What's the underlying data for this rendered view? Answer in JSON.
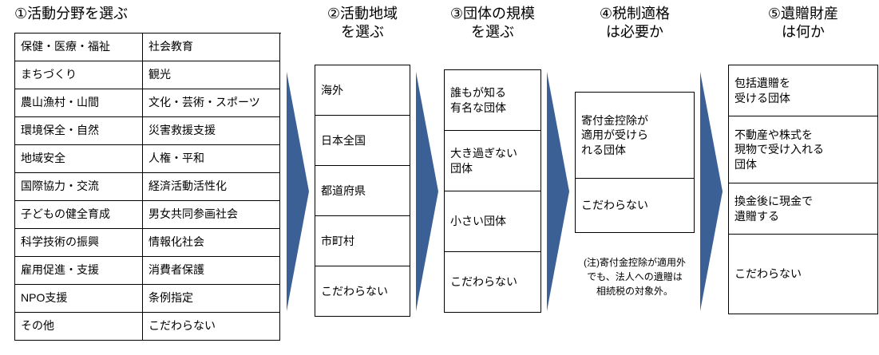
{
  "colors": {
    "arrow": "#3a6096",
    "border": "#000000",
    "text": "#000000"
  },
  "steps": [
    {
      "title": "①活動分野を選ぶ",
      "rows": [
        {
          "left": "保健・医療・福祉",
          "right": "社会教育"
        },
        {
          "left": "まちづくり",
          "right": "観光"
        },
        {
          "left": "農山漁村・山間",
          "right": "文化・芸術・スポーツ"
        },
        {
          "left": "環境保全・自然",
          "right": "災害救援支援"
        },
        {
          "left": "地域安全",
          "right": "人権・平和"
        },
        {
          "left": "国際協力・交流",
          "right": "経済活動活性化"
        },
        {
          "left": "子どもの健全育成",
          "right": "男女共同参画社会"
        },
        {
          "left": "科学技術の振興",
          "right": "情報化社会"
        },
        {
          "left": "雇用促進・支援",
          "right": "消費者保護"
        },
        {
          "left": "NPO支援",
          "right": "条例指定"
        },
        {
          "left": "その他",
          "right": "こだわらない"
        }
      ]
    },
    {
      "title": "②活動地域\nを選ぶ",
      "items": [
        "海外",
        "日本全国",
        "都道府県",
        "市町村",
        "こだわらない"
      ]
    },
    {
      "title": "③団体の規模\nを選ぶ",
      "items": [
        "誰もが知る\n有名な団体",
        "大き過ぎない\n団体",
        "小さい団体",
        "こだわらない"
      ]
    },
    {
      "title": "④税制適格\nは必要か",
      "items": [
        "寄付金控除が\n適用が受けら\nれる団体",
        "こだわらない"
      ],
      "note": "(注)寄付金控除が適用外\nでも、法人への遺贈は\n相続税の対象外。"
    },
    {
      "title": "⑤遺贈財産\nは何か",
      "items": [
        "包括遺贈を\n受ける団体",
        "不動産や株式を\n現物で受け入れる\n団体",
        "換金後に現金で\n遺贈する",
        "こだわらない"
      ]
    }
  ]
}
